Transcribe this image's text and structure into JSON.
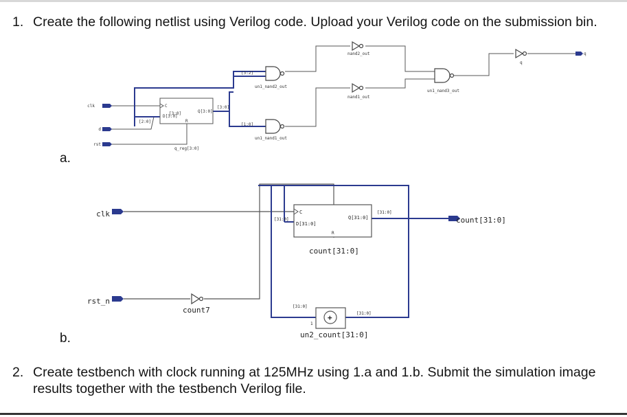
{
  "question1": {
    "number": "1.",
    "text": "Create the following netlist using Verilog code. Upload your Verilog code on the submission bin."
  },
  "question2": {
    "number": "2.",
    "line1": "Create testbench with clock running at 125MHz using 1.a and 1.b. Submit the simulation image",
    "line2": "results together with the testbench Verilog file."
  },
  "part_a": {
    "label": "a.",
    "ports": {
      "clk": "clk",
      "d": "d",
      "rst": "rst",
      "q": "q"
    },
    "register": {
      "clock_pin": "C",
      "data_pin": "D[3:0]",
      "out_pin": "Q[3:0]",
      "reset_pin": "R",
      "name": "q_reg[3:0]"
    },
    "bus_labels": {
      "d_in": "[2:0]",
      "d_slice": "[3:0]",
      "q_out": "[3:0]",
      "nand2_in": "[3:2]",
      "nand1_in": "[1:0]"
    },
    "gates": {
      "nand2": "un1_nand2_out",
      "nand1": "un1_nand1_out",
      "nand3": "un1_nand3_out",
      "inv_nand2": "nand2_out",
      "inv_nand1": "nand1_out",
      "inv_q": "q"
    }
  },
  "part_b": {
    "label": "b.",
    "ports": {
      "clk": "clk",
      "rst_n": "rst_n",
      "count": "count[31:0]"
    },
    "register": {
      "clock_pin": "C",
      "data_pin": "D[31:0]",
      "out_pin": "Q[31:0]",
      "reset_pin": "R",
      "name": "count[31:0]"
    },
    "bus_labels": {
      "d_in": "[31:0]",
      "q_out": "[31:0]",
      "add_in": "[31:0]",
      "add_out": "[31:0]",
      "add_cin": "1"
    },
    "inverter": "count7",
    "adder": {
      "symbol": "+",
      "name": "un2_count[31:0]"
    }
  }
}
